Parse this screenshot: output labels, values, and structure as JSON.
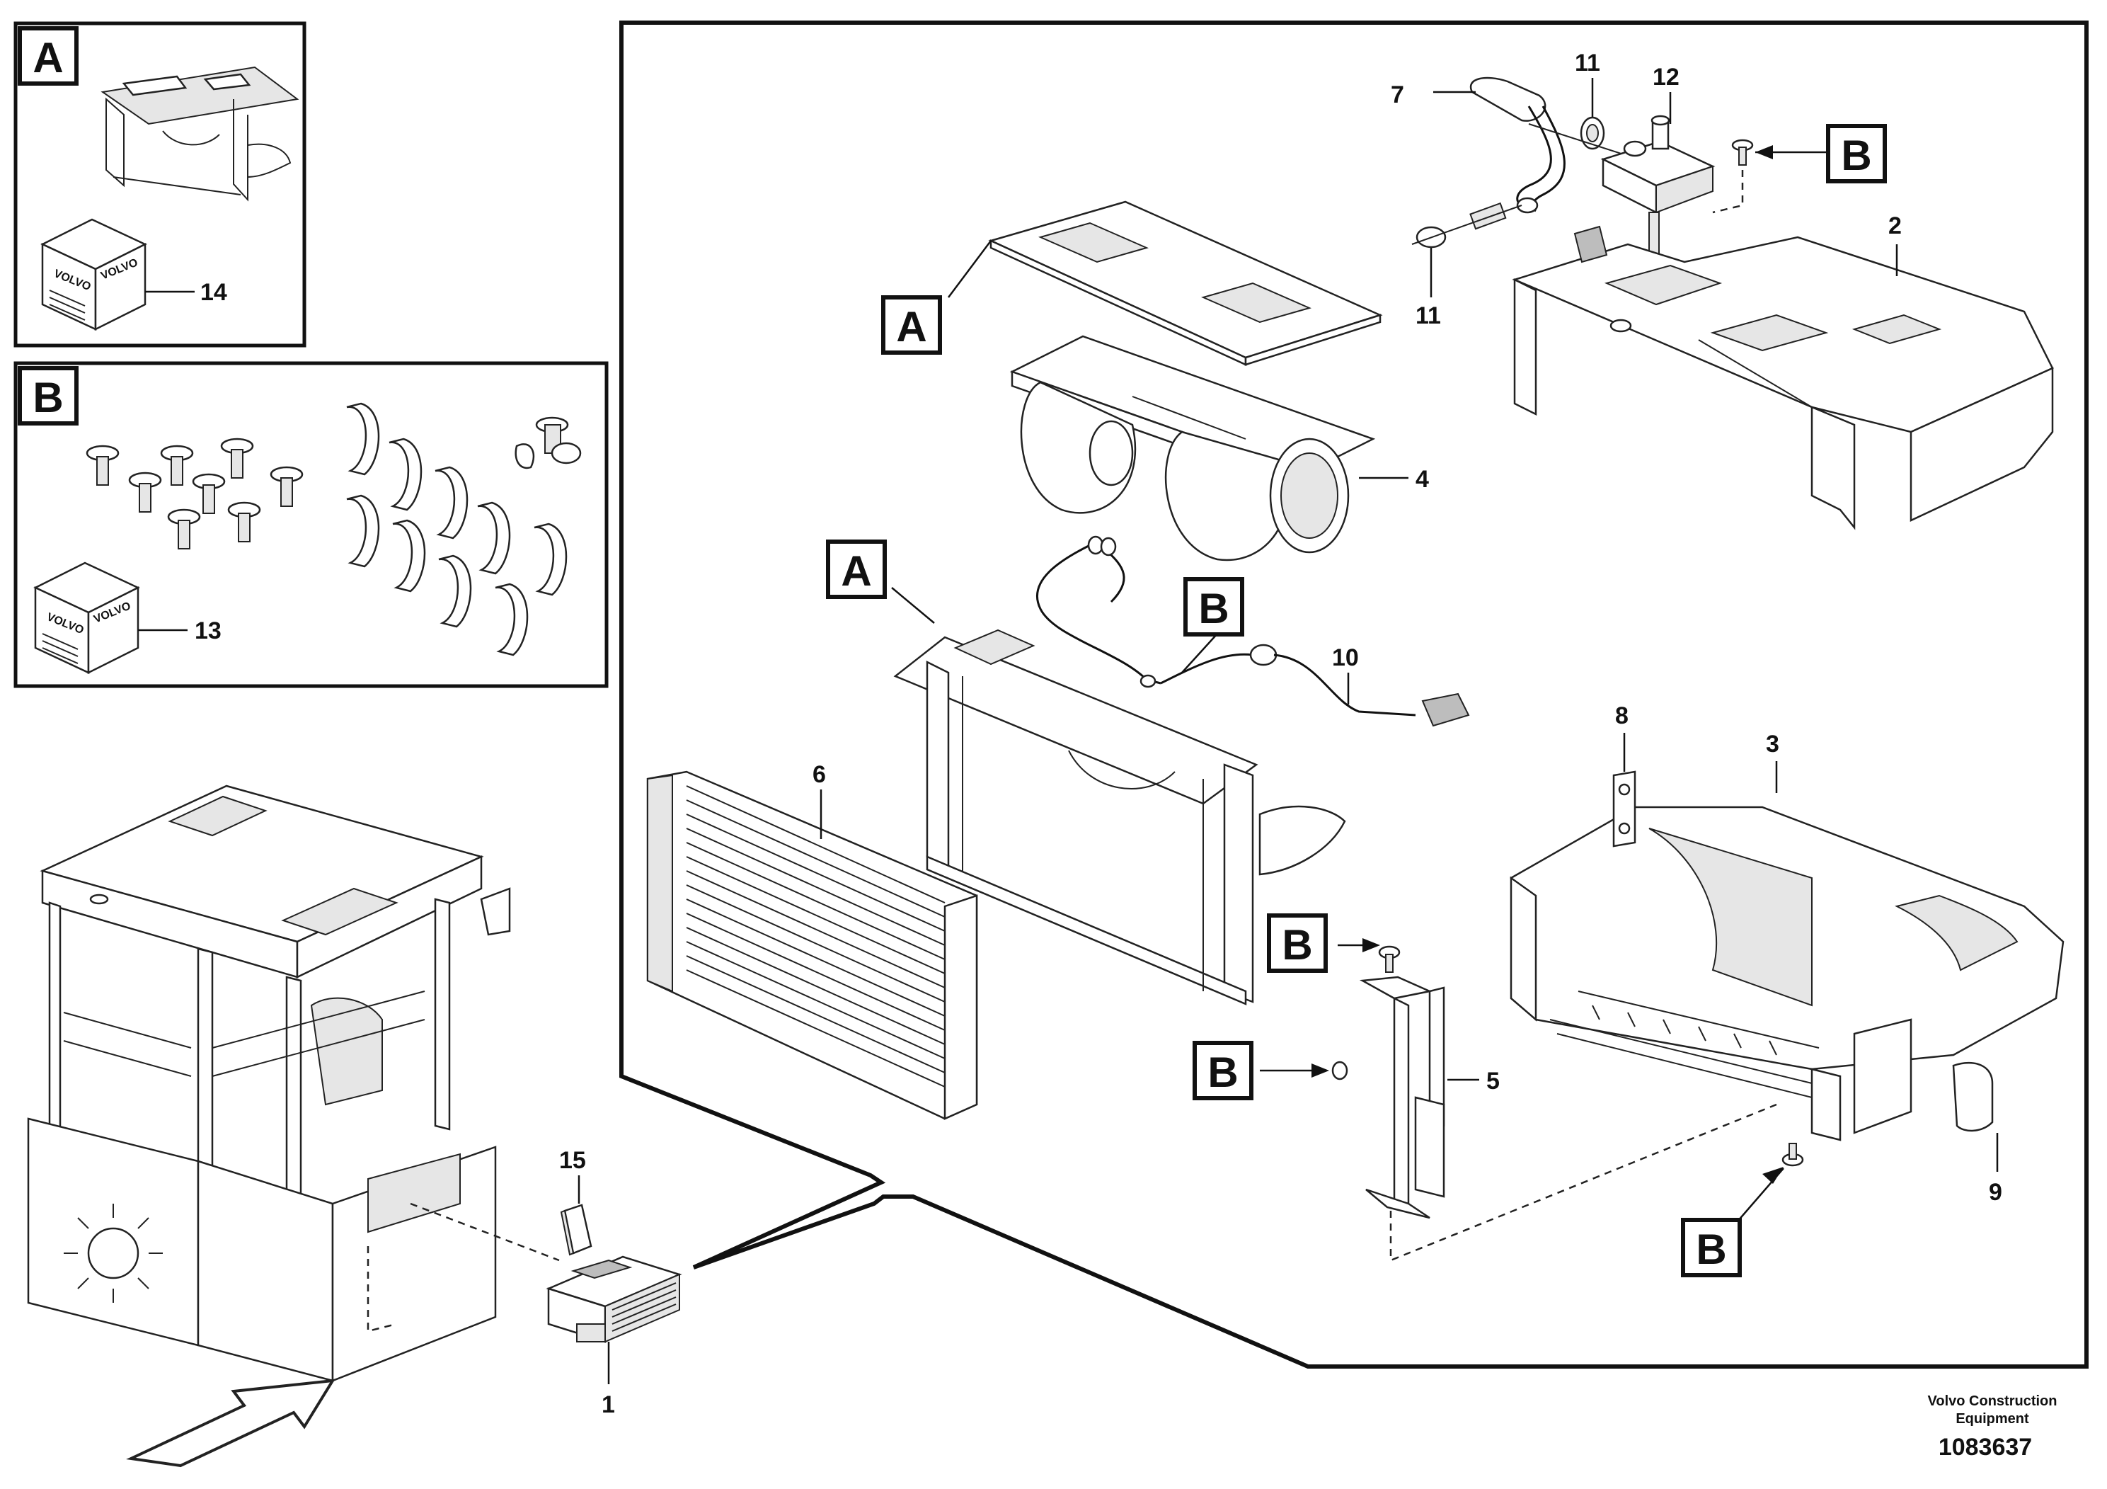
{
  "callouts": {
    "c1": "1",
    "c2": "2",
    "c3": "3",
    "c4": "4",
    "c5": "5",
    "c6": "6",
    "c7": "7",
    "c8": "8",
    "c9": "9",
    "c10": "10",
    "c11a": "11",
    "c11b": "11",
    "c12": "12",
    "c13": "13",
    "c14": "14",
    "c15": "15"
  },
  "refs": {
    "kit_a": "A",
    "kit_b": "B",
    "a": "A",
    "b": "B"
  },
  "box_labels": {
    "volvo": "VOLVO"
  },
  "caption": {
    "company_line1": "Volvo Construction",
    "company_line2": "Equipment",
    "drawing_number": "1083637"
  }
}
